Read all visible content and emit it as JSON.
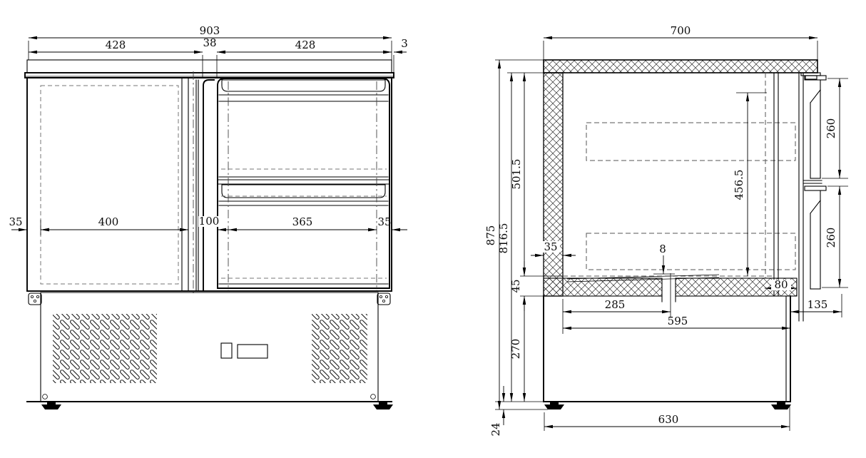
{
  "front_view": {
    "top_dims": {
      "overall": "903",
      "left_section": "428",
      "center_gap": "38",
      "right_section": "428",
      "edge_trim": "3"
    },
    "mid_dims": {
      "left_wall": "35",
      "door_opening": "400",
      "center_pillar": "100",
      "drawer_opening": "365",
      "right_wall": "35"
    }
  },
  "side_view": {
    "top_dims": {
      "depth": "700"
    },
    "left_dims": {
      "overall_height": "875",
      "body_height": "816.5",
      "interior_height": "501.5",
      "floor_thickness": "45",
      "base_height": "270",
      "foot_height": "24"
    },
    "right_dims": {
      "upper_drawer": "260",
      "lower_drawer": "260",
      "front_opening": "456.5"
    },
    "inner_dims": {
      "wall_thickness": "35",
      "drain_plate": "8",
      "floor_edge": "80"
    },
    "bottom_dims": {
      "drain_offset": "285",
      "inner_depth": "595",
      "base_depth": "630",
      "front_overhang": "135"
    }
  }
}
